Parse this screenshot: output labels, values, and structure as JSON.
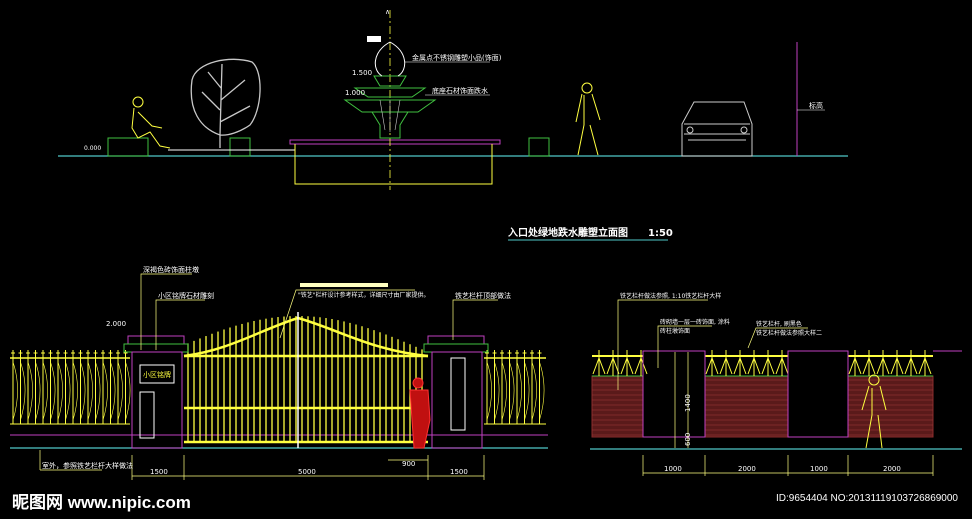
{
  "drawing": {
    "title": "入口处绿地跌水雕塑立面图",
    "scale": "1:50",
    "top_elevation": {
      "levels": [
        "1.500",
        "1.000",
        "0.000"
      ],
      "notes": [
        "金属点不锈钢雕塑小品(饰面)",
        "底座石材饰面跌水",
        "标高"
      ]
    },
    "gate_elevation": {
      "notes": [
        "深褐色砖饰面柱墩",
        "小区铭牌石材雕刻",
        "\"铁艺\"栏杆设计参考样式，详细尺寸由厂家提供。",
        "铁艺栏杆顶部做法",
        "室外，参照铁艺栏杆大样做法"
      ],
      "level": "2.000",
      "nameplate": "小区铭牌",
      "dims": [
        "1500",
        "5000",
        "1500",
        "900"
      ]
    },
    "wall_elevation": {
      "notes": [
        "铁艺栏杆做法参照, 1:10铁艺栏杆大样",
        "砖砌墙一层一砖饰面, 涂料",
        "砖柱墩饰面",
        "铁艺栏杆, 刷黑色",
        "铁艺栏杆做法参照大样二"
      ],
      "heights": [
        "1400",
        "600"
      ],
      "dims": [
        "1000",
        "2000",
        "1000",
        "2000"
      ]
    }
  },
  "watermark": {
    "site": "昵图网 www.nipic.com",
    "id": "ID:9654404 NO:20131119103726869000"
  },
  "colors": {
    "ground": "#4fc8c8",
    "yellow": "#ffff40",
    "magenta": "#c040c0",
    "green": "#40c040",
    "brick": "#8b2d2d",
    "red": "#ff2020"
  }
}
